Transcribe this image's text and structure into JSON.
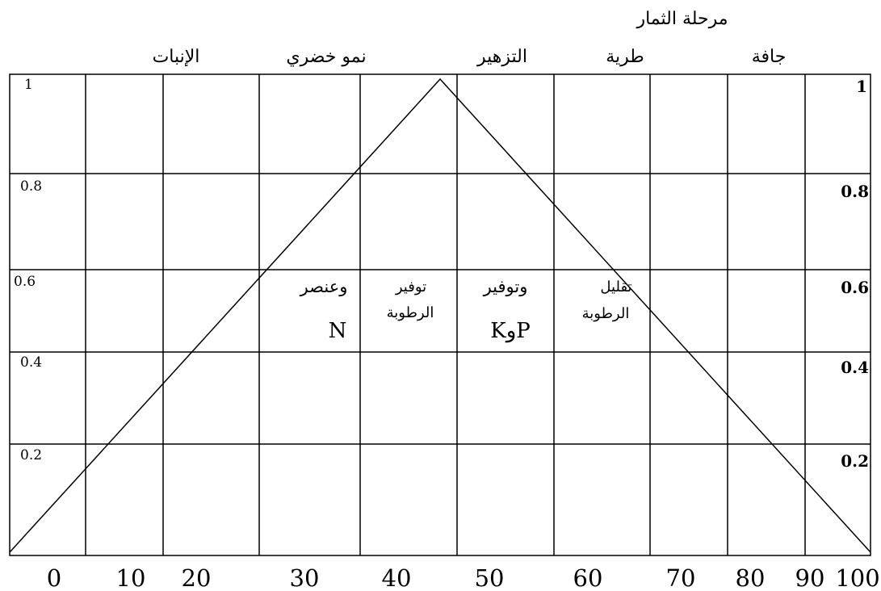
{
  "stages": {
    "fruit_stage": "مرحلة الثمار",
    "germination": "الإنبات",
    "vegetative_growth": "نمو خضري",
    "flowering": "التزهير",
    "fresh": "طرية",
    "dry": "جافة"
  },
  "x_axis": {
    "ticks": [
      "0",
      "10",
      "20",
      "30",
      "40",
      "50",
      "60",
      "70",
      "80",
      "90",
      "100"
    ]
  },
  "y_axis_left": {
    "ticks": [
      "1",
      "0.8",
      "0.6",
      "0.4",
      "0.2"
    ]
  },
  "y_axis_right": {
    "ticks": [
      "1",
      "0.8",
      "0.6",
      "0.4",
      "0.2"
    ]
  },
  "notes": {
    "nitrogen_line1": "وعنصر",
    "nitrogen_line2": "N",
    "moisture_line1": "توفير",
    "moisture_line2": "الرطوبة",
    "pk_line1": "وتوفير",
    "pk_line2": "KوP",
    "reduce_line1": "تقليل",
    "reduce_line2": "الرطوبة"
  },
  "triangle": {
    "start": [
      0,
      0
    ],
    "peak": [
      50,
      1
    ],
    "end": [
      100,
      0
    ]
  }
}
